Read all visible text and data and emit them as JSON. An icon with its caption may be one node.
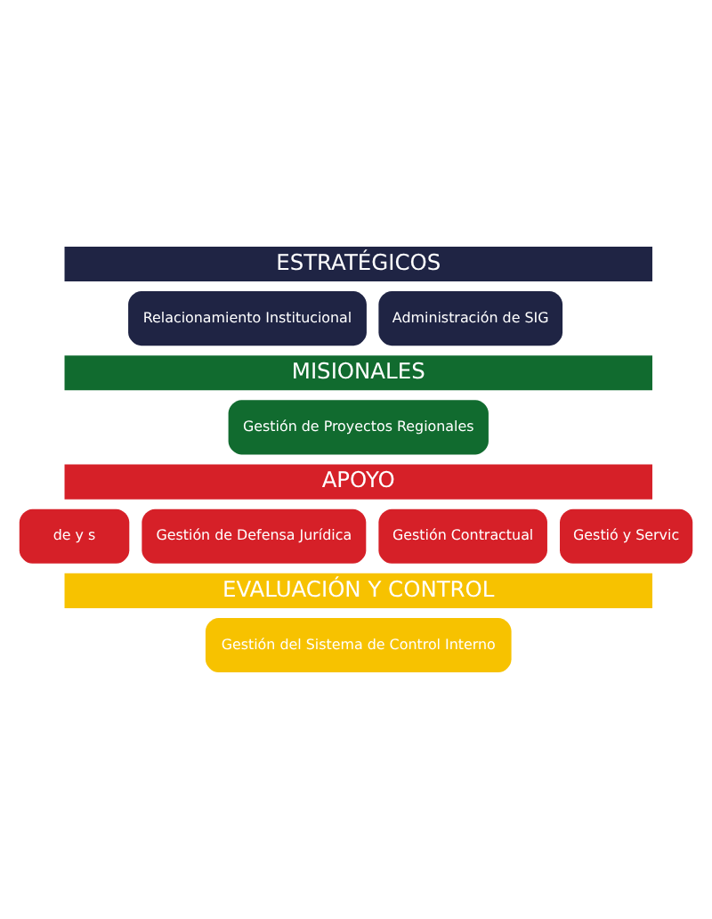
{
  "diagram": {
    "nodes": [
      {
        "text": [
          "ESTRATÉGICOS"
        ]
      },
      {
        "text": [
          "Relacionamiento Institucional"
        ]
      },
      {
        "text": [
          "Administración de SIG"
        ]
      },
      {
        "text": [
          "MISIONALES"
        ]
      },
      {
        "text": [
          "Gestión de Proyectos Regionales"
        ]
      },
      {
        "text": [
          "APOYO"
        ]
      },
      {
        "text": [
          "de y s"
        ]
      },
      {
        "text": [
          "Gestión de Defensa Jurídica"
        ]
      },
      {
        "text": [
          "Gestión Contractual"
        ]
      },
      {
        "text": [
          "Gestió y Servic"
        ]
      },
      {
        "text": [
          "EVALUACIÓN Y CONTROL"
        ]
      },
      {
        "text": [
          "Gestión del Sistema de Control Interno"
        ]
      }
    ],
    "edges": []
  }
}
